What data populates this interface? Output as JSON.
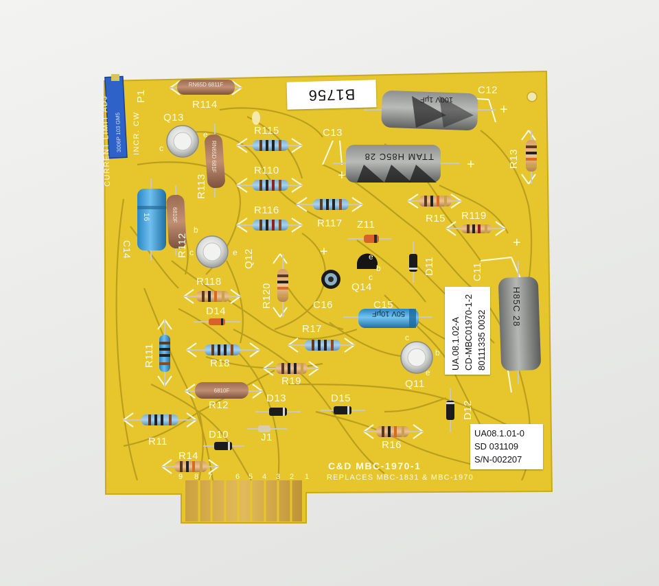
{
  "board": {
    "model": "C&D MBC-1970-1",
    "replaces": "REPLACES MBC-1831 & MBC-1970",
    "colors": {
      "background": "#ecedea",
      "pcb": "#e6c62c",
      "trace": "#b79a1c",
      "silkscreen": "#fdfbe6",
      "edge_connector": "#c9a24a"
    }
  },
  "stickers": {
    "top": [
      "B1756"
    ],
    "middle": [
      "UA.08.1.02-A",
      "CD-MBC01970-1-2",
      "80111335   0032"
    ],
    "bottom": [
      "UA08.1.01-0",
      "SD 031109",
      "S/N-002207"
    ]
  },
  "silkscreen": {
    "pot": [
      "CURRENT LIMIT ADJ",
      "INCR. CW",
      "P1"
    ],
    "resistors": [
      "R114",
      "R115",
      "R110",
      "R116",
      "R117",
      "R113",
      "R112",
      "R15",
      "R119",
      "R13",
      "R118",
      "R120",
      "R111",
      "R18",
      "R17",
      "R19",
      "R12",
      "R11",
      "R14",
      "R16"
    ],
    "capacitors": [
      "C12",
      "C13",
      "C14",
      "C16",
      "C15",
      "C11"
    ],
    "transistors": [
      "Q13",
      "Q12",
      "Q14",
      "Q11"
    ],
    "diodes": [
      "Z11",
      "D11",
      "D14",
      "D13",
      "D15",
      "D12",
      "D10"
    ],
    "jumpers": [
      "J1"
    ],
    "pins": [
      "9",
      "8",
      "7",
      "6",
      "5",
      "4",
      "3",
      "2",
      "1"
    ],
    "pin_letters": [
      "c",
      "b",
      "e"
    ],
    "plus": "+"
  },
  "component_markings": {
    "r114": "RN65D 6811F",
    "r113": "RN65D 681F",
    "r112": "6810F",
    "r12": "6810F",
    "c12": "100V 1μF",
    "c13": "TTAM H85C 28",
    "c11": "H85C 28",
    "c15": "50V 10μF",
    "c14": "16",
    "p1": "3006P 103 GM5"
  }
}
